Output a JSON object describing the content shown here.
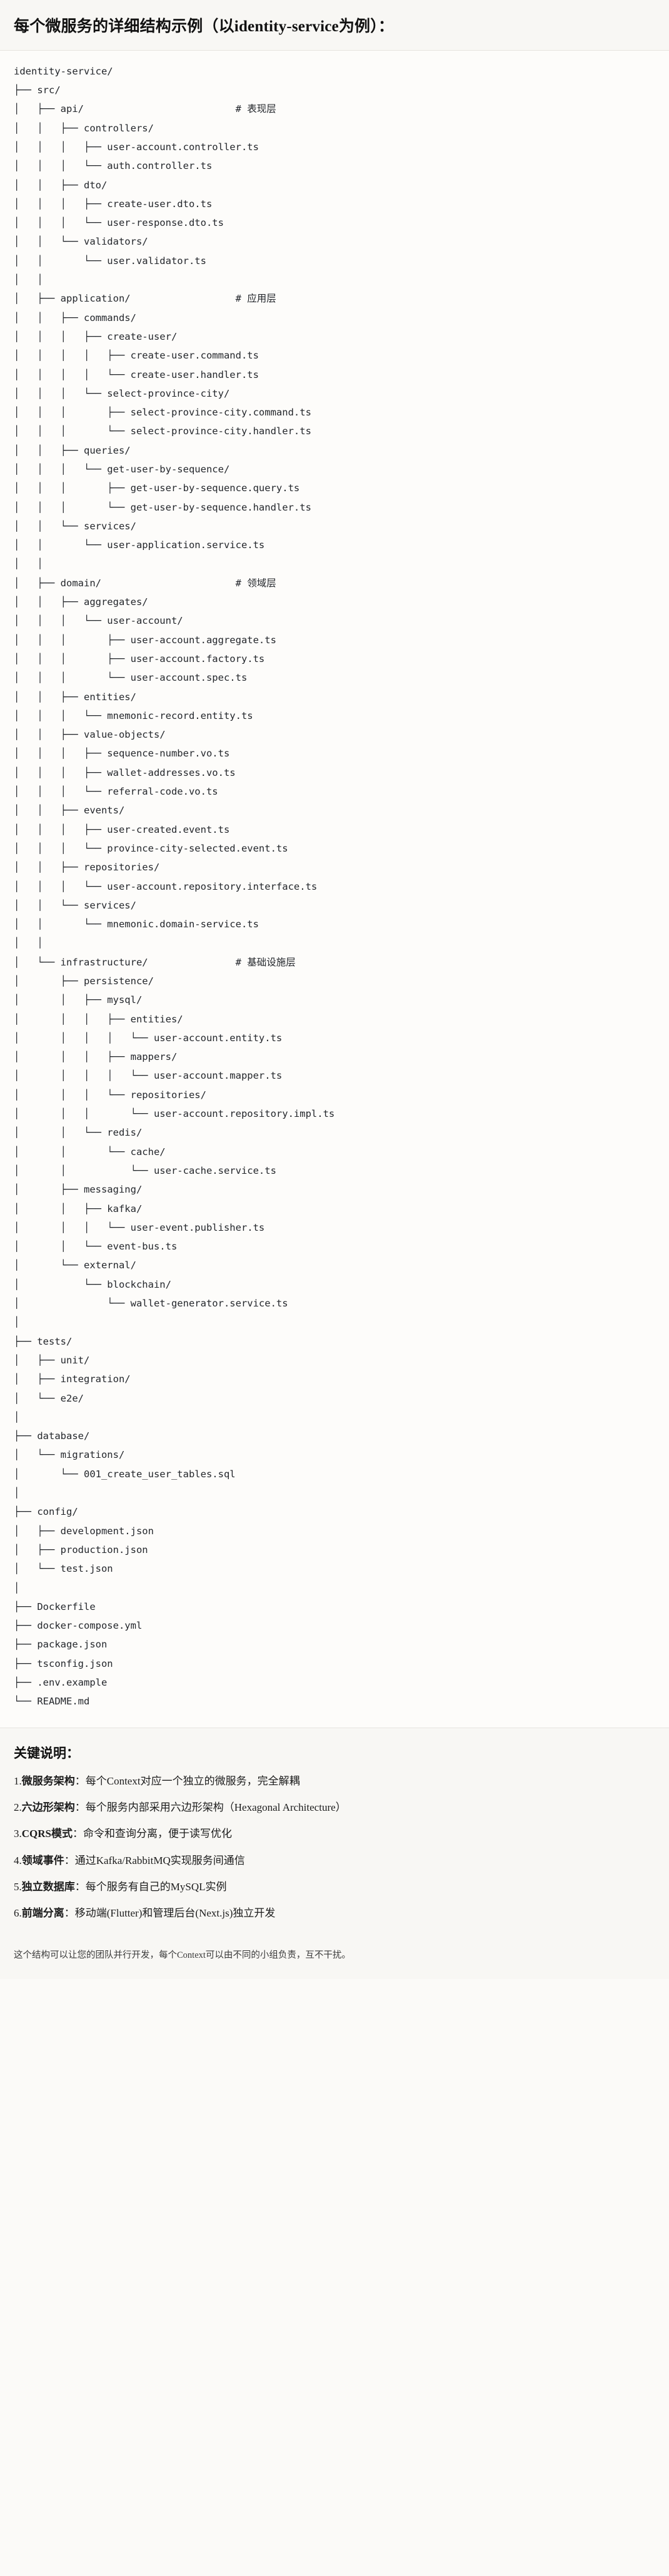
{
  "header": {
    "title": "每个微服务的详细结构示例（以identity-service为例）："
  },
  "tree": {
    "text": "identity-service/\n├── src/\n│   ├── api/                          # 表现层\n│   │   ├── controllers/\n│   │   │   ├── user-account.controller.ts\n│   │   │   └── auth.controller.ts\n│   │   ├── dto/\n│   │   │   ├── create-user.dto.ts\n│   │   │   └── user-response.dto.ts\n│   │   └── validators/\n│   │       └── user.validator.ts\n│   │\n│   ├── application/                  # 应用层\n│   │   ├── commands/\n│   │   │   ├── create-user/\n│   │   │   │   ├── create-user.command.ts\n│   │   │   │   └── create-user.handler.ts\n│   │   │   └── select-province-city/\n│   │   │       ├── select-province-city.command.ts\n│   │   │       └── select-province-city.handler.ts\n│   │   ├── queries/\n│   │   │   └── get-user-by-sequence/\n│   │   │       ├── get-user-by-sequence.query.ts\n│   │   │       └── get-user-by-sequence.handler.ts\n│   │   └── services/\n│   │       └── user-application.service.ts\n│   │\n│   ├── domain/                       # 领域层\n│   │   ├── aggregates/\n│   │   │   └── user-account/\n│   │   │       ├── user-account.aggregate.ts\n│   │   │       ├── user-account.factory.ts\n│   │   │       └── user-account.spec.ts\n│   │   ├── entities/\n│   │   │   └── mnemonic-record.entity.ts\n│   │   ├── value-objects/\n│   │   │   ├── sequence-number.vo.ts\n│   │   │   ├── wallet-addresses.vo.ts\n│   │   │   └── referral-code.vo.ts\n│   │   ├── events/\n│   │   │   ├── user-created.event.ts\n│   │   │   └── province-city-selected.event.ts\n│   │   ├── repositories/\n│   │   │   └── user-account.repository.interface.ts\n│   │   └── services/\n│   │       └── mnemonic.domain-service.ts\n│   │\n│   └── infrastructure/               # 基础设施层\n│       ├── persistence/\n│       │   ├── mysql/\n│       │   │   ├── entities/\n│       │   │   │   └── user-account.entity.ts\n│       │   │   ├── mappers/\n│       │   │   │   └── user-account.mapper.ts\n│       │   │   └── repositories/\n│       │   │       └── user-account.repository.impl.ts\n│       │   └── redis/\n│       │       └── cache/\n│       │           └── user-cache.service.ts\n│       ├── messaging/\n│       │   ├── kafka/\n│       │   │   └── user-event.publisher.ts\n│       │   └── event-bus.ts\n│       └── external/\n│           └── blockchain/\n│               └── wallet-generator.service.ts\n│\n├── tests/\n│   ├── unit/\n│   ├── integration/\n│   └── e2e/\n│\n├── database/\n│   └── migrations/\n│       └── 001_create_user_tables.sql\n│\n├── config/\n│   ├── development.json\n│   ├── production.json\n│   └── test.json\n│\n├── Dockerfile\n├── docker-compose.yml\n├── package.json\n├── tsconfig.json\n├── .env.example\n└── README.md"
  },
  "notes": {
    "heading": "关键说明：",
    "items": [
      {
        "num": "1.",
        "label": "微服务架构",
        "sep": "：",
        "text": "每个Context对应一个独立的微服务，完全解耦"
      },
      {
        "num": "2.",
        "label": "六边形架构",
        "sep": "：",
        "text": "每个服务内部采用六边形架构（Hexagonal Architecture）"
      },
      {
        "num": "3.",
        "label": "CQRS模式",
        "sep": "：",
        "text": "命令和查询分离，便于读写优化"
      },
      {
        "num": "4.",
        "label": "领域事件",
        "sep": "：",
        "text": "通过Kafka/RabbitMQ实现服务间通信"
      },
      {
        "num": "5.",
        "label": "独立数据库",
        "sep": "：",
        "text": "每个服务有自己的MySQL实例"
      },
      {
        "num": "6.",
        "label": "前端分离",
        "sep": "：",
        "text": "移动端(Flutter)和管理后台(Next.js)独立开发"
      }
    ],
    "footer": "这个结构可以让您的团队并行开发，每个Context可以由不同的小组负责，互不干扰。"
  }
}
